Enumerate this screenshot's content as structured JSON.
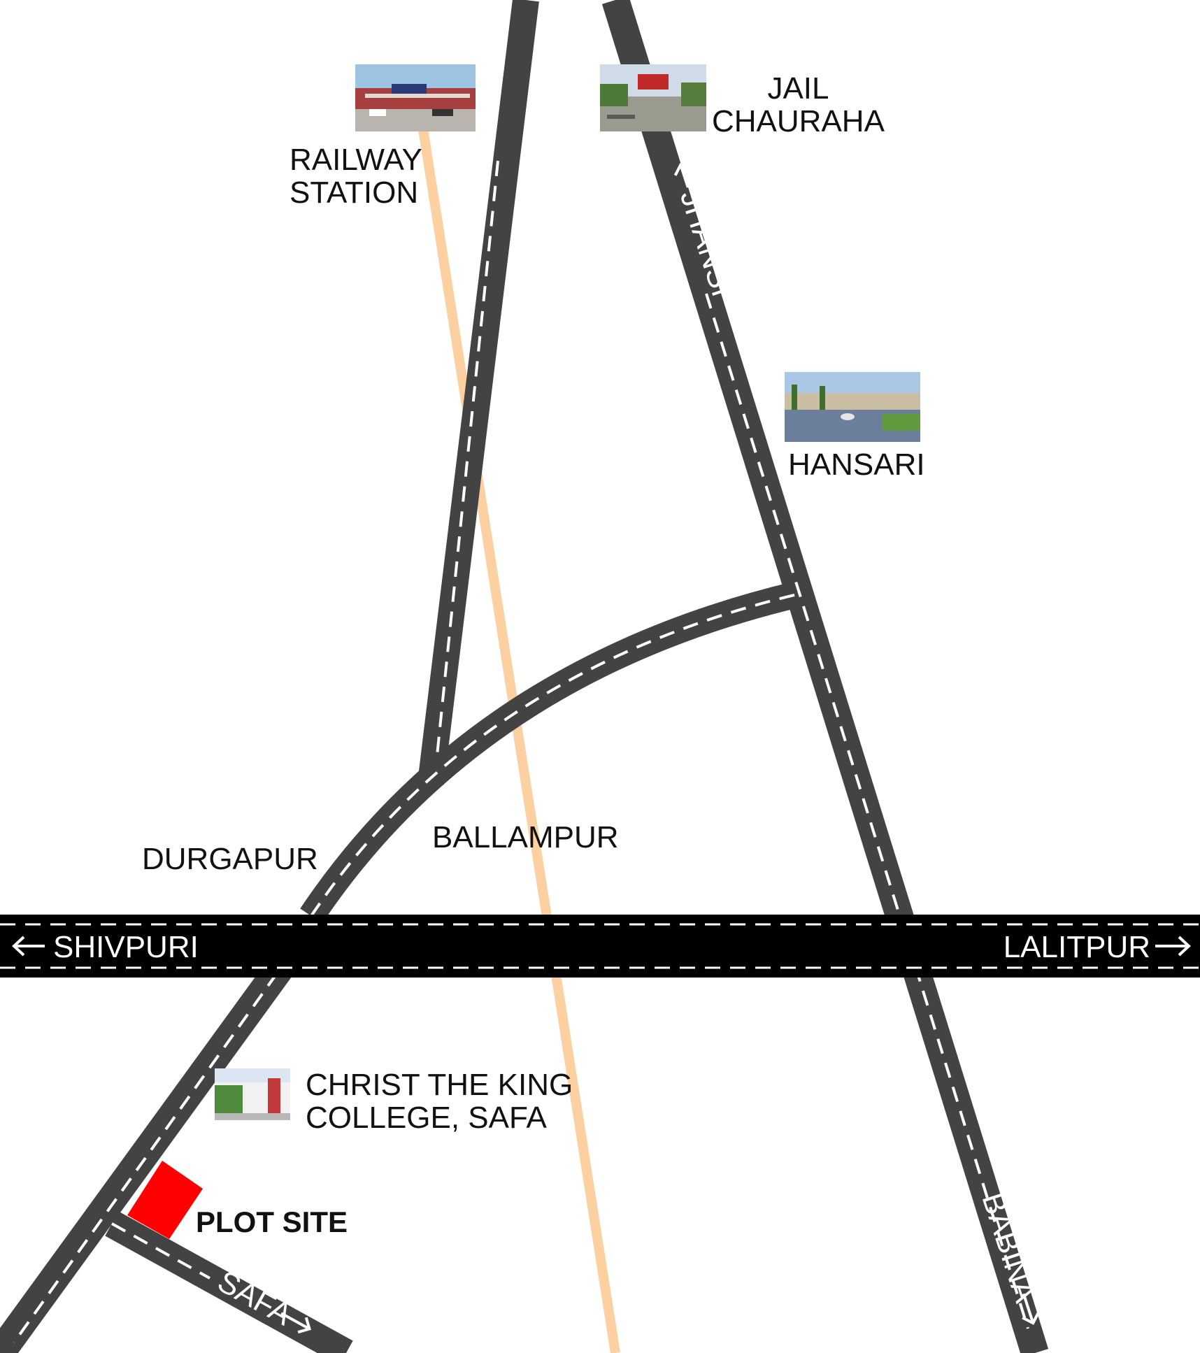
{
  "map": {
    "roads": {
      "west": "SHIVPURI",
      "east": "LALITPUR",
      "north_east": "JHANSI",
      "south_east": "BABINA",
      "south_branch": "SAFA"
    },
    "places": {
      "railway_station": [
        "RAILWAY",
        "STATION"
      ],
      "jail_chauraha": [
        "JAIL",
        "CHAURAHA"
      ],
      "hansari": "HANSARI",
      "durgapur": "DURGAPUR",
      "ballampur": "BALLAMPUR",
      "college": [
        "CHRIST THE KING",
        "COLLEGE, SAFA"
      ],
      "plot_site": "PLOT SITE"
    },
    "colors": {
      "highway": "#000000",
      "road": "#434343",
      "railway": "#fcd0a1",
      "plot": "#ff0000"
    },
    "icons": {
      "railway_station": "railway-station-photo",
      "jail_chauraha": "jail-chauraha-photo",
      "hansari": "hansari-photo",
      "college": "college-photo"
    }
  }
}
